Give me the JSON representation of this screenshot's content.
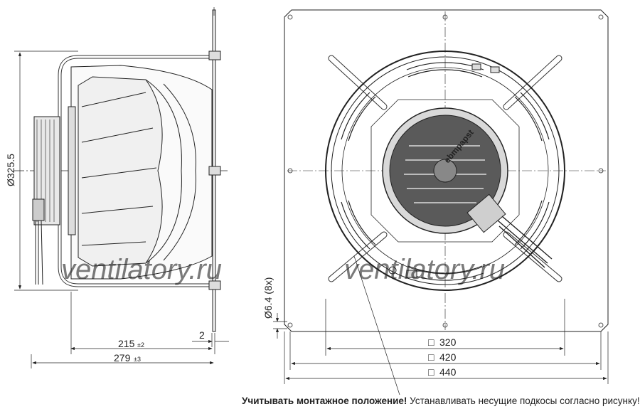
{
  "drawing": {
    "dim_diameter": "Ø325.5",
    "dim_depth_1_value": "215",
    "dim_depth_1_tol": "±2",
    "dim_flange_thickness": "2",
    "dim_depth_2_value": "279",
    "dim_depth_2_tol": "±3",
    "dim_holes": "Ø6.4 (8x)",
    "dim_square_1": "320",
    "dim_square_2": "420",
    "dim_square_3": "440",
    "square_symbol": "□",
    "brand": "ebmpapst",
    "watermark": "ventilatory.ru"
  },
  "note": {
    "bold": "Учитывать монтажное положение!",
    "text": " Устанавливать несущие подкосы согласно рисунку!"
  }
}
